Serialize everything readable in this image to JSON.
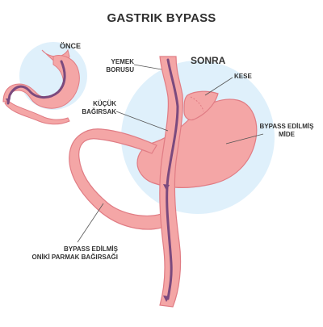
{
  "title": "GASTRIK BYPASS",
  "labels": {
    "before": "ÖNCE",
    "after": "SONRA",
    "esophagus_line1": "YEMEK",
    "esophagus_line2": "BORUSU",
    "pouch": "KESE",
    "small_intestine_line1": "KÜÇÜK",
    "small_intestine_line2": "BAĞIRSAK",
    "bypassed_stomach_line1": "BYPASS EDİLMİŞ",
    "bypassed_stomach_line2": "MİDE",
    "bypassed_duodenum_line1": "BYPASS EDİLMİŞ",
    "bypassed_duodenum_line2": "ONİKİ PARMAK BAĞIRSAĞI"
  },
  "colors": {
    "background": "#ffffff",
    "halo": "#dff0fb",
    "organ": "#f4a6a6",
    "organ_outline": "#e07c84",
    "food_path": "#7b4a7e",
    "text": "#333333",
    "leader_line": "#555555"
  }
}
